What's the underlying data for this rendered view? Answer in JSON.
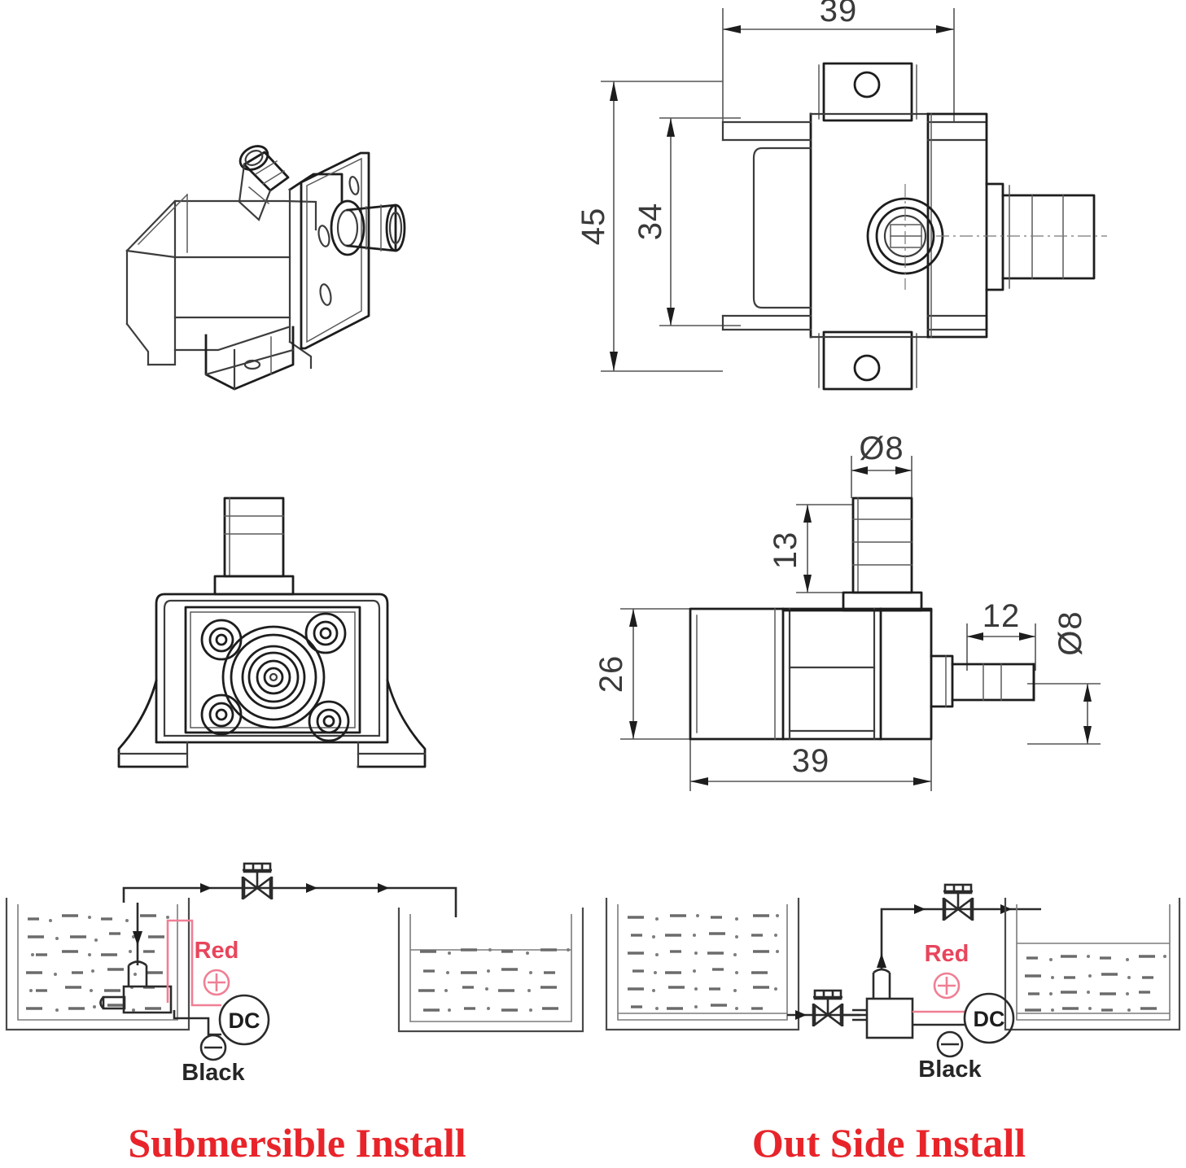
{
  "document": {
    "type": "technical-drawing",
    "subject": "DC brushless water pump dimensional drawing and installation diagrams",
    "background_color": "#ffffff",
    "line_color": "#3d3d3d",
    "accent_color": "#e8242a"
  },
  "views": [
    {
      "id": "isometric",
      "name": "isometric-view",
      "label": ""
    },
    {
      "id": "side",
      "name": "side-view-with-dimensions",
      "label": ""
    },
    {
      "id": "front",
      "name": "front-view",
      "label": ""
    },
    {
      "id": "top",
      "name": "top-view-with-dimensions",
      "label": ""
    }
  ],
  "dimensions": {
    "side_view": {
      "width": "39",
      "height_overall": "45",
      "height_body": "34"
    },
    "top_view": {
      "outlet_diameter": "Ø8",
      "outlet_height": "13",
      "body_height": "26",
      "body_width": "39",
      "port_length": "12",
      "port_diameter": "Ø8"
    }
  },
  "install_diagrams": [
    {
      "id": "submersible",
      "caption": "Submersible Install",
      "wire_positive_label": "Red",
      "wire_positive_symbol": "⊕",
      "wire_negative_label": "Black",
      "wire_negative_symbol": "⊖",
      "power_label": "DC"
    },
    {
      "id": "outside",
      "caption": "Out Side Install",
      "wire_positive_label": "Red",
      "wire_positive_symbol": "⊕",
      "wire_negative_label": "Black",
      "wire_negative_symbol": "⊖",
      "power_label": "DC"
    }
  ]
}
